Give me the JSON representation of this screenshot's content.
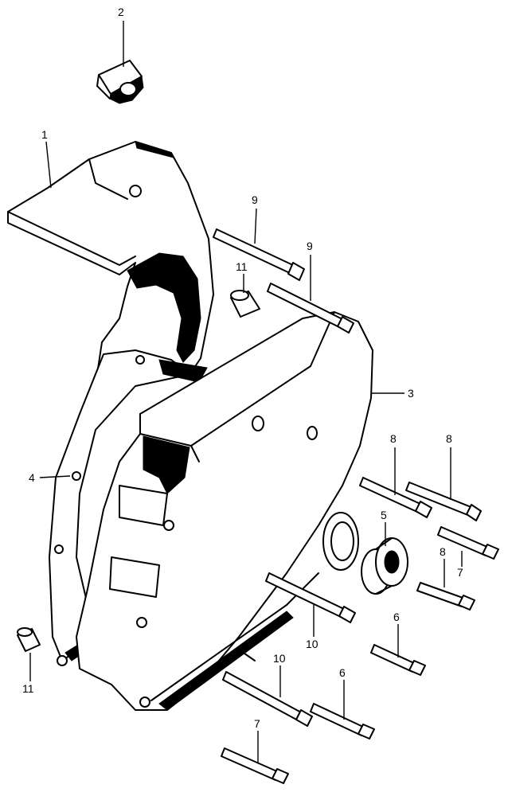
{
  "callouts": {
    "c1": "1",
    "c2": "2",
    "c3": "3",
    "c4": "4",
    "c5": "5",
    "c6a": "6",
    "c6b": "6",
    "c7a": "7",
    "c7b": "7",
    "c8a": "8",
    "c8b": "8",
    "c8c": "8",
    "c9a": "9",
    "c9b": "9",
    "c10a": "10",
    "c10b": "10",
    "c11a": "11",
    "c11b": "11"
  }
}
